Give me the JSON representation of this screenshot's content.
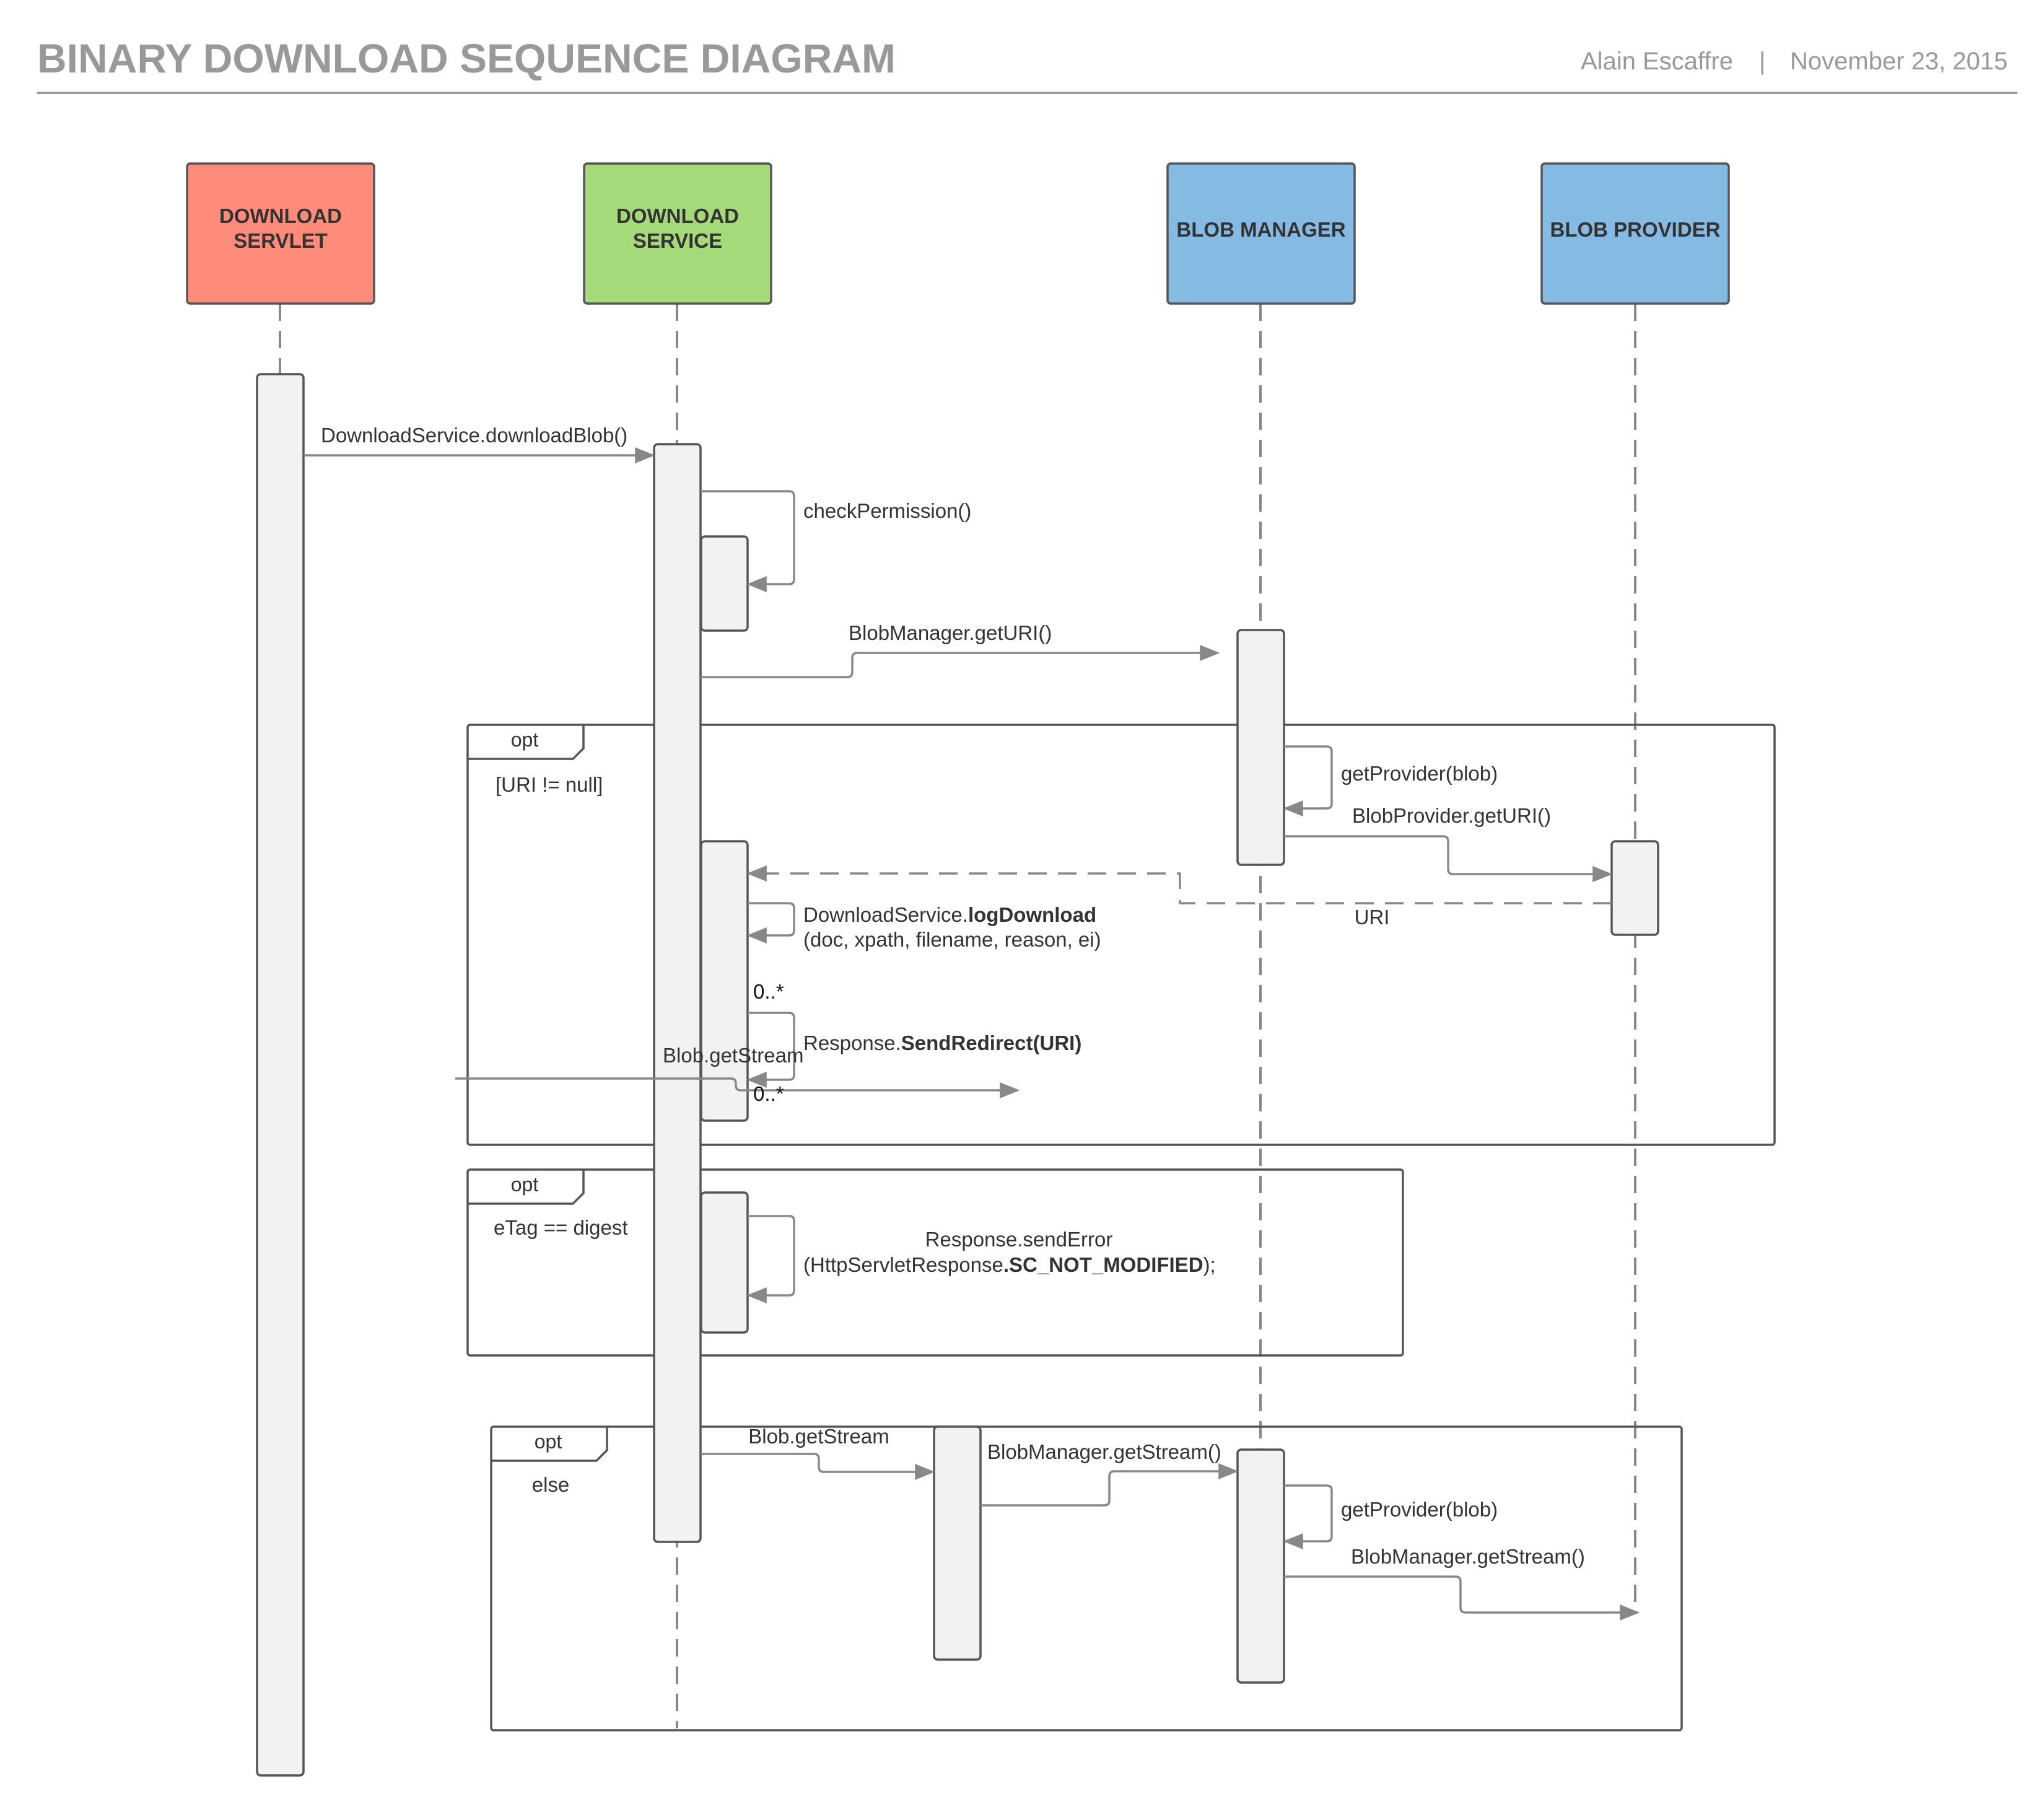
{
  "header": {
    "title": "BINARY DOWNLOAD SEQUENCE DIAGRAM",
    "author": "Alain Escaffre",
    "separator": "|",
    "date": "November 23, 2015"
  },
  "actors": [
    {
      "line1": "DOWNLOAD",
      "line2": "SERVLET",
      "color": "#ff8c7a"
    },
    {
      "line1": "DOWNLOAD",
      "line2": "SERVICE",
      "color": "#a4da7a"
    },
    {
      "line1": "BLOB MANAGER",
      "line2": "",
      "color": "#85bae3"
    },
    {
      "line1": "BLOB PROVIDER",
      "line2": "",
      "color": "#85bae3"
    }
  ],
  "messages": {
    "download_blob": "DownloadService.downloadBlob()",
    "check_permission": "checkPermission()",
    "get_uri": "BlobManager.getURI()",
    "get_provider_1": "getProvider(blob)",
    "provider_get_uri": "BlobProvider.getURI()",
    "uri_return": "URI",
    "log_download_prefix": "DownloadService.",
    "log_download_bold": "logDownload",
    "log_download_args": "(doc, xpath, filename, reason, ei)",
    "mult_top": "0..*",
    "send_redirect_prefix": "Response.",
    "send_redirect_bold": "SendRedirect(URI)",
    "blob_get_stream_1": "Blob.getStream",
    "mult_bottom": "0..*",
    "send_error_line1": "Response.sendError",
    "send_error_prefix": "(HttpServletResponse",
    "send_error_bold": ".SC_NOT_MODIFIED",
    "send_error_suffix": ");",
    "blob_get_stream_2": "Blob.getStream",
    "manager_get_stream_1": "BlobManager.getStream()",
    "get_provider_2": "getProvider(blob)",
    "manager_get_stream_2": "BlobManager.getStream()"
  },
  "frames": [
    {
      "tag": "opt",
      "guard": "[URI != null]"
    },
    {
      "tag": "opt",
      "guard": "eTag == digest"
    },
    {
      "tag": "opt",
      "guard": "else"
    }
  ]
}
